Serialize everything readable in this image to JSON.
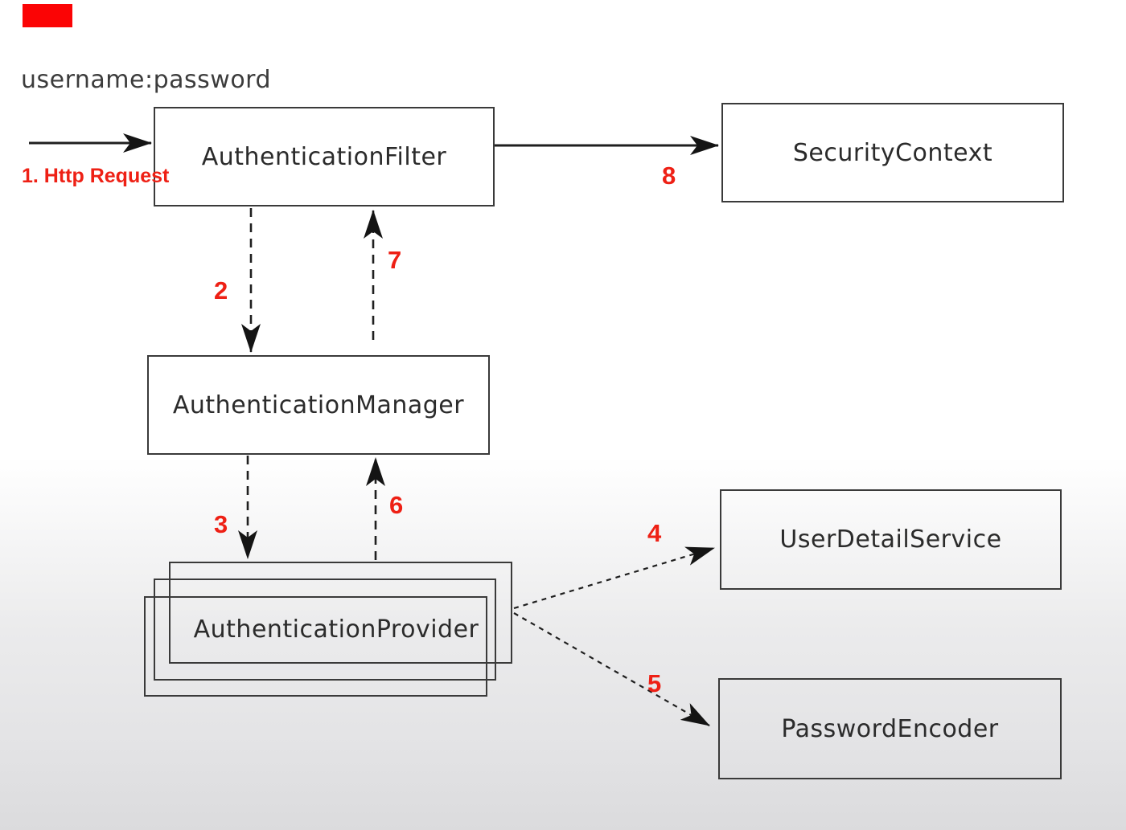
{
  "diagram": {
    "note": "username:password",
    "nodes": {
      "authentication_filter": "AuthenticationFilter",
      "security_context": "SecurityContext",
      "authentication_manager": "AuthenticationManager",
      "authentication_provider": "AuthenticationProvider",
      "user_detail_service": "UserDetailService",
      "password_encoder": "PasswordEncoder"
    },
    "annotations": {
      "step1": "1. Http Request",
      "step2": "2",
      "step3": "3",
      "step4": "4",
      "step5": "5",
      "step6": "6",
      "step7": "7",
      "step8": "8"
    },
    "colors": {
      "annotation_red": "#ee2015",
      "badge_red": "#fb0405",
      "box_border": "#3a3a3a",
      "connector": "#1f1f1f"
    }
  }
}
